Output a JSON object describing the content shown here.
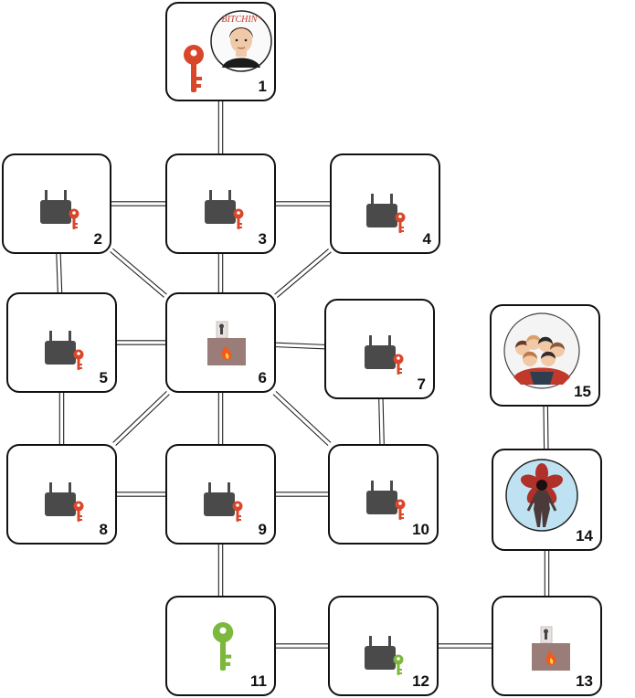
{
  "colors": {
    "red_key": "#d9472b",
    "green_key": "#7cb83c",
    "router": "#4a4a4a",
    "border": "#111111",
    "furnace_body": "#9a7d78",
    "flame": "#f05a1e"
  },
  "nodes": [
    {
      "number": "1",
      "kind": "portrait",
      "icon": "red-key-icon",
      "badge_text": "BITCHIN'"
    },
    {
      "number": "2",
      "kind": "router",
      "icon": "router-red-key-icon"
    },
    {
      "number": "3",
      "kind": "router",
      "icon": "router-red-key-icon"
    },
    {
      "number": "4",
      "kind": "router",
      "icon": "router-red-key-icon"
    },
    {
      "number": "5",
      "kind": "router",
      "icon": "router-red-key-icon"
    },
    {
      "number": "6",
      "kind": "furnace",
      "icon": "furnace-icon"
    },
    {
      "number": "7",
      "kind": "router",
      "icon": "router-red-key-icon"
    },
    {
      "number": "8",
      "kind": "router",
      "icon": "router-red-key-icon"
    },
    {
      "number": "9",
      "kind": "router",
      "icon": "router-red-key-icon"
    },
    {
      "number": "10",
      "kind": "router",
      "icon": "router-red-key-icon"
    },
    {
      "number": "11",
      "kind": "key",
      "icon": "green-key-icon"
    },
    {
      "number": "12",
      "kind": "router",
      "icon": "router-green-key-icon"
    },
    {
      "number": "13",
      "kind": "furnace",
      "icon": "furnace-icon"
    },
    {
      "number": "14",
      "kind": "monster",
      "icon": "demogorgon-icon"
    },
    {
      "number": "15",
      "kind": "group",
      "icon": "group-portrait-icon"
    }
  ],
  "edges": [
    [
      "1",
      "3"
    ],
    [
      "2",
      "3"
    ],
    [
      "3",
      "4"
    ],
    [
      "2",
      "5"
    ],
    [
      "2",
      "6"
    ],
    [
      "3",
      "6"
    ],
    [
      "4",
      "6"
    ],
    [
      "5",
      "6"
    ],
    [
      "6",
      "7"
    ],
    [
      "5",
      "8"
    ],
    [
      "6",
      "8"
    ],
    [
      "6",
      "9"
    ],
    [
      "6",
      "10"
    ],
    [
      "7",
      "10"
    ],
    [
      "8",
      "9"
    ],
    [
      "9",
      "10"
    ],
    [
      "9",
      "11"
    ],
    [
      "11",
      "12"
    ],
    [
      "12",
      "13"
    ],
    [
      "13",
      "14"
    ],
    [
      "14",
      "15"
    ]
  ]
}
